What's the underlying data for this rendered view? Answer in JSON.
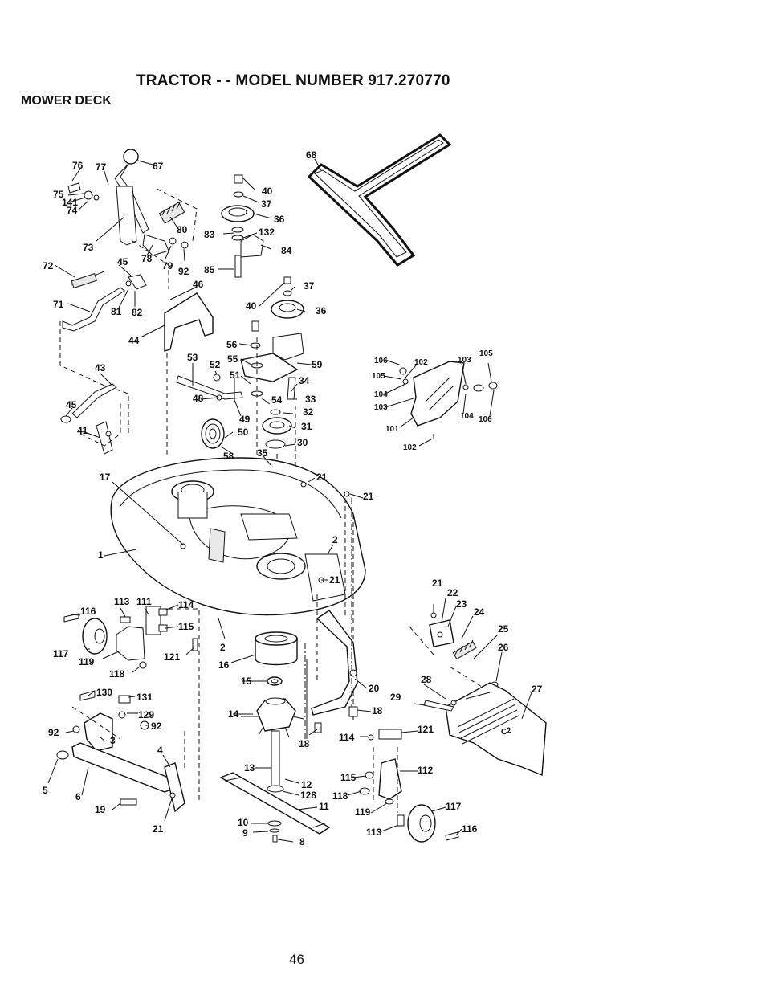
{
  "header": {
    "title": "TRACTOR - - MODEL NUMBER 917.270770",
    "section": "MOWER DECK"
  },
  "footer": {
    "page_number": "46"
  },
  "callouts": [
    {
      "label": "76"
    },
    {
      "label": "77"
    },
    {
      "label": "67"
    },
    {
      "label": "75"
    },
    {
      "label": "141"
    },
    {
      "label": "74"
    },
    {
      "label": "80"
    },
    {
      "label": "73"
    },
    {
      "label": "78"
    },
    {
      "label": "79"
    },
    {
      "label": "92"
    },
    {
      "label": "72"
    },
    {
      "label": "45"
    },
    {
      "label": "46"
    },
    {
      "label": "71"
    },
    {
      "label": "81"
    },
    {
      "label": "82"
    },
    {
      "label": "44"
    },
    {
      "label": "40"
    },
    {
      "label": "37"
    },
    {
      "label": "36"
    },
    {
      "label": "83"
    },
    {
      "label": "132"
    },
    {
      "label": "84"
    },
    {
      "label": "85"
    },
    {
      "label": "37"
    },
    {
      "label": "40"
    },
    {
      "label": "36"
    },
    {
      "label": "68"
    },
    {
      "label": "56"
    },
    {
      "label": "55"
    },
    {
      "label": "59"
    },
    {
      "label": "53"
    },
    {
      "label": "52"
    },
    {
      "label": "51"
    },
    {
      "label": "34"
    },
    {
      "label": "48"
    },
    {
      "label": "54"
    },
    {
      "label": "33"
    },
    {
      "label": "32"
    },
    {
      "label": "49"
    },
    {
      "label": "31"
    },
    {
      "label": "50"
    },
    {
      "label": "30"
    },
    {
      "label": "58"
    },
    {
      "label": "35"
    },
    {
      "label": "43"
    },
    {
      "label": "45"
    },
    {
      "label": "41"
    },
    {
      "label": "17"
    },
    {
      "label": "21"
    },
    {
      "label": "21"
    },
    {
      "label": "1"
    },
    {
      "label": "2"
    },
    {
      "label": "21"
    },
    {
      "label": "106"
    },
    {
      "label": "102"
    },
    {
      "label": "103"
    },
    {
      "label": "105"
    },
    {
      "label": "105"
    },
    {
      "label": "104"
    },
    {
      "label": "103"
    },
    {
      "label": "104"
    },
    {
      "label": "106"
    },
    {
      "label": "101"
    },
    {
      "label": "102"
    },
    {
      "label": "113"
    },
    {
      "label": "111"
    },
    {
      "label": "114"
    },
    {
      "label": "116"
    },
    {
      "label": "115"
    },
    {
      "label": "117"
    },
    {
      "label": "119"
    },
    {
      "label": "121"
    },
    {
      "label": "118"
    },
    {
      "label": "2"
    },
    {
      "label": "16"
    },
    {
      "label": "15"
    },
    {
      "label": "130"
    },
    {
      "label": "131"
    },
    {
      "label": "129"
    },
    {
      "label": "92"
    },
    {
      "label": "92"
    },
    {
      "label": "3"
    },
    {
      "label": "14"
    },
    {
      "label": "4"
    },
    {
      "label": "5"
    },
    {
      "label": "6"
    },
    {
      "label": "19"
    },
    {
      "label": "21"
    },
    {
      "label": "13"
    },
    {
      "label": "12"
    },
    {
      "label": "128"
    },
    {
      "label": "11"
    },
    {
      "label": "10"
    },
    {
      "label": "9"
    },
    {
      "label": "8"
    },
    {
      "label": "20"
    },
    {
      "label": "18"
    },
    {
      "label": "18"
    },
    {
      "label": "21"
    },
    {
      "label": "22"
    },
    {
      "label": "23"
    },
    {
      "label": "24"
    },
    {
      "label": "25"
    },
    {
      "label": "26"
    },
    {
      "label": "28"
    },
    {
      "label": "29"
    },
    {
      "label": "27"
    },
    {
      "label": "114"
    },
    {
      "label": "121"
    },
    {
      "label": "115"
    },
    {
      "label": "112"
    },
    {
      "label": "118"
    },
    {
      "label": "119"
    },
    {
      "label": "117"
    },
    {
      "label": "113"
    },
    {
      "label": "116"
    }
  ]
}
